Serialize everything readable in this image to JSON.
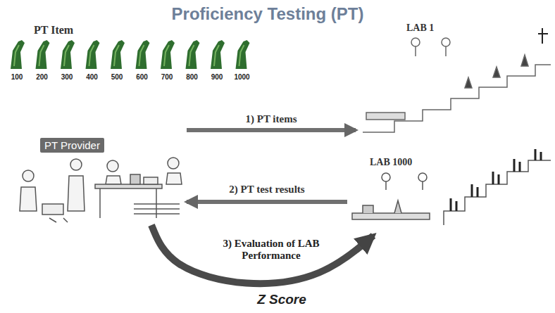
{
  "diagram": {
    "title": "Proficiency Testing (PT)",
    "nodes": [
      {
        "text": [
          "PT Provider"
        ]
      },
      {
        "text": [
          "LAB 1"
        ]
      },
      {
        "text": [
          "LAB 1000"
        ]
      }
    ],
    "edges": [
      {
        "from": 0,
        "to": 1,
        "label": "1) PT items",
        "arrow": "to"
      },
      {
        "from": 2,
        "to": 0,
        "label": "2) PT test results",
        "arrow": "to"
      },
      {
        "from": 0,
        "to": 2,
        "label": "3) Evaluation of LAB Performance",
        "arrow": "to"
      }
    ],
    "labels": [
      "PT Item",
      "100",
      "200",
      "300",
      "400",
      "500",
      "600",
      "700",
      "800",
      "900",
      "1000",
      "Z Score"
    ]
  }
}
